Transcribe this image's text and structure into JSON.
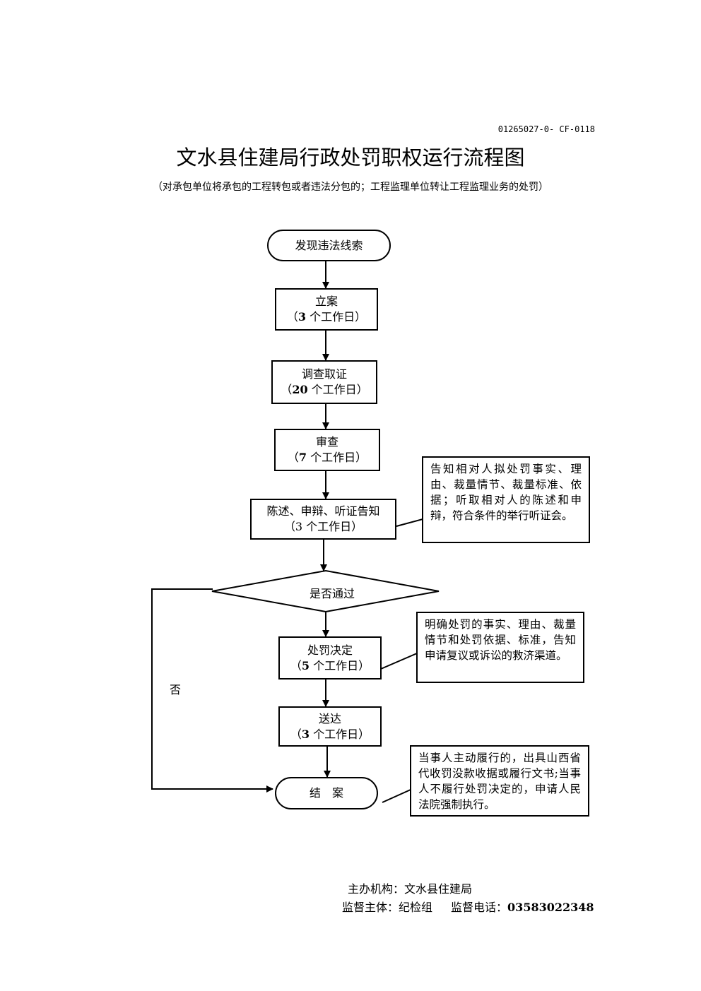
{
  "header": {
    "doc_code": "01265027-0- CF-0118",
    "title": "文水县住建局行政处罚职权运行流程图",
    "subtitle": "（对承包单位将承包的工程转包或者违法分包的；工程监理单位转让工程监理业务的处罚）"
  },
  "flow": {
    "start": "发现违法线索",
    "steps": [
      {
        "label": "立案",
        "days": "3",
        "unit": "个工作日"
      },
      {
        "label": "调查取证",
        "days": "20",
        "unit": "个工作日"
      },
      {
        "label": "审查",
        "days": "7",
        "unit": "个工作日"
      },
      {
        "label": "陈述、申辩、听证告知",
        "days": "3",
        "unit": "个工作日"
      }
    ],
    "decision": "是否通过",
    "no_label": "否",
    "after": [
      {
        "label": "处罚决定",
        "days": "5",
        "unit": "个工作日"
      },
      {
        "label": "送达",
        "days": "3",
        "unit": "个工作日"
      }
    ],
    "end": "结　案",
    "notes": {
      "hearing": "告知相对人拟处罚事实、理由、裁量情节、裁量标准、依据；听取相对人的陈述和申辩，符合条件的举行听证会。",
      "decision": "明确处罚的事实、理由、裁量情节和处罚依据、标准，告知申请复议或诉讼的救济渠道。",
      "close": "当事人主动履行的，出具山西省代收罚没款收据或履行文书;当事人不履行处罚决定的，申请人民法院强制执行。"
    }
  },
  "footer": {
    "host_label": "主办机构：",
    "host": "文水县住建局",
    "supervisor_label": "监督主体：",
    "supervisor": "纪检组",
    "phone_label": "监督电话：",
    "phone": "03583022348"
  }
}
